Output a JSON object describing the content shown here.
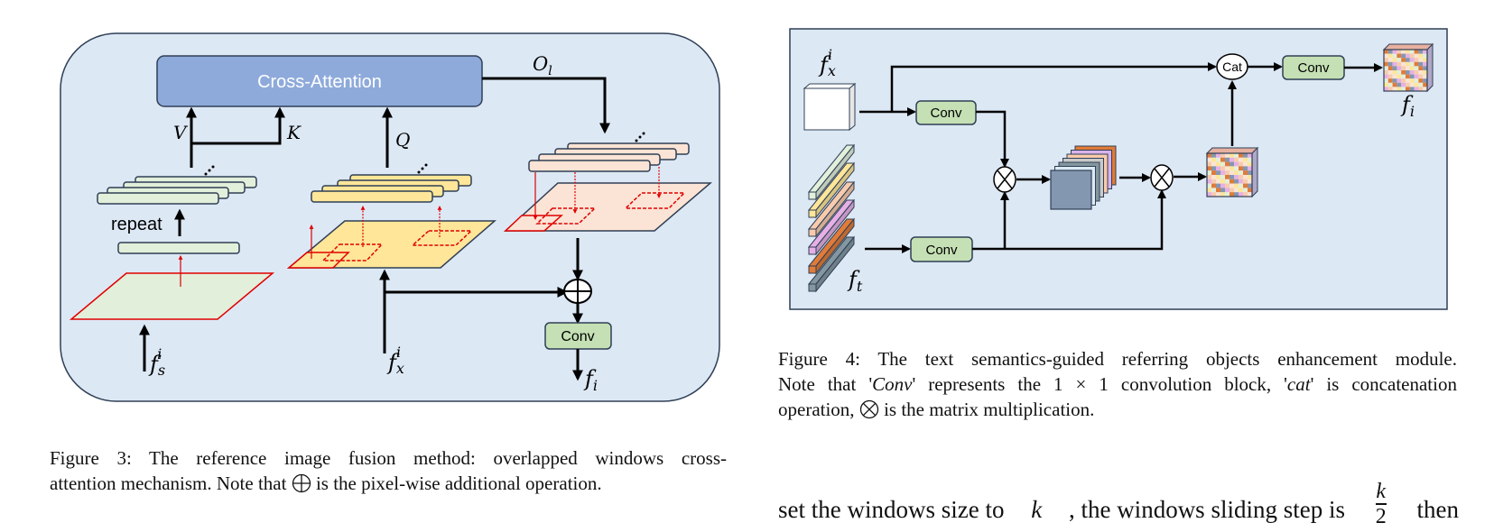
{
  "figure3": {
    "cross_attention_label": "Cross-Attention",
    "v_label": "V",
    "k_label": "K",
    "q_label": "Q",
    "o_label": "O",
    "o_sub": "l",
    "repeat_label": "repeat",
    "conv_label": "Conv",
    "fs_label": "f",
    "fs_sub": "s",
    "fs_sup": "i",
    "fx_label": "f",
    "fx_sub": "x",
    "fx_sup": "i",
    "fi_label": "f",
    "fi_sub": "i",
    "colors": {
      "panel_bg": "#dde8f5",
      "cross_attention": "#8eaadb",
      "green": "#e2efda",
      "yellow": "#ffe699",
      "pink": "#fbe4d5",
      "red": "#e00000",
      "conv": "#c5e0b4"
    },
    "caption": {
      "line1": "Figure 3:  The reference image fusion method:  overlapped windows cross-",
      "line2_a": "attention mechanism. Note that",
      "line2_b": "is the pixel-wise additional operation."
    }
  },
  "figure4": {
    "fx_label": "f",
    "fx_sub": "x",
    "fx_sup": "i",
    "ft_label": "f",
    "ft_sub": "t",
    "fi_label": "f",
    "fi_sub": "i",
    "conv_label": "Conv",
    "cat_label": "Cat",
    "text_bar_colors": [
      "#e2efda",
      "#ffe699",
      "#f8cbad",
      "#e6b0e6",
      "#e07b39",
      "#8497a0"
    ],
    "caption": {
      "line1": "Figure 4:  The text semantics-guided referring objects enhancement module.",
      "line2_a": "Note that '",
      "line2_conv": "Conv",
      "line2_b": "' represents the 1 × 1 convolution block, '",
      "line2_cat": "cat",
      "line2_c": "' is concatenation",
      "line3_a": "operation,",
      "line3_b": "is the matrix multiplication."
    }
  },
  "body_text": {
    "part1": "set the windows size to",
    "k": "k",
    "part2": ", the windows sliding step is",
    "frac_num": "k",
    "frac_den": "2",
    "part3": "then"
  }
}
